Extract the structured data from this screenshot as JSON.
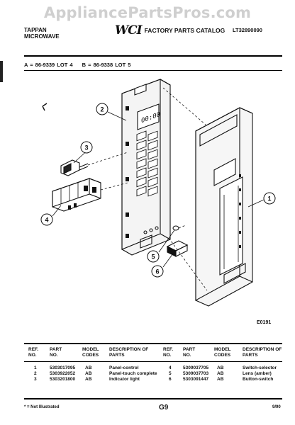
{
  "watermark": "AppliancePartsPros.com",
  "header": {
    "brand_line1": "TAPPAN",
    "brand_line2": "MICROWAVE",
    "logo": "WCI",
    "catalog_title": "FACTORY PARTS CATALOG",
    "catalog_number": "LT32890090"
  },
  "lots": {
    "a": "A = 86-9339 LOT 4",
    "b": "B = 86-9338 LOT 5"
  },
  "diagram": {
    "code": "E0191",
    "callouts": [
      "1",
      "2",
      "3",
      "4",
      "5",
      "6"
    ],
    "display_digits": "00:00"
  },
  "table": {
    "headers": [
      "REF. NO.",
      "PART NO.",
      "MODEL CODES",
      "DESCRIPTION OF PARTS"
    ],
    "left_rows": [
      {
        "ref": "1",
        "part": "5303017095",
        "codes": "AB",
        "desc": "Panel-control"
      },
      {
        "ref": "2",
        "part": "5303922052",
        "codes": "AB",
        "desc": "Panel-touch complete"
      },
      {
        "ref": "3",
        "part": "5303201800",
        "codes": "AB",
        "desc": "Indicator light"
      }
    ],
    "right_rows": [
      {
        "ref": "4",
        "part": "5309037705",
        "codes": "AB",
        "desc": "Switch-selector"
      },
      {
        "ref": "5",
        "part": "5309037703",
        "codes": "AB",
        "desc": "Lens (amber)"
      },
      {
        "ref": "6",
        "part": "5303091447",
        "codes": "AB",
        "desc": "Button-switch"
      }
    ]
  },
  "footer": {
    "note": "* = Not Illustrated",
    "page": "G9",
    "date": "9/90"
  }
}
